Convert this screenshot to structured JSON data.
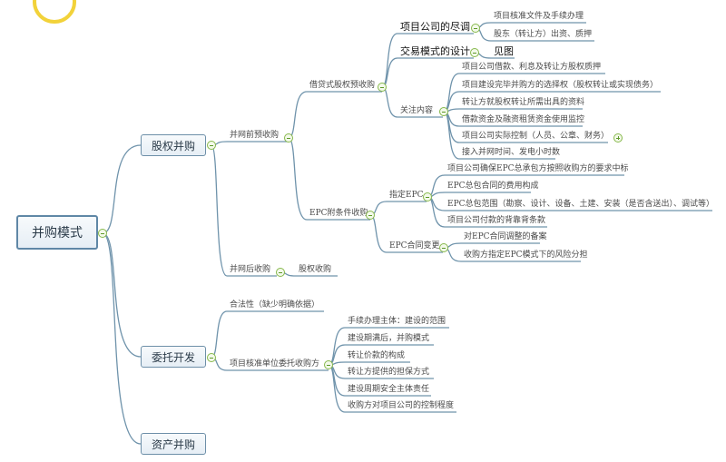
{
  "root": "并购模式",
  "branches": {
    "equity": {
      "label": "股权并购",
      "pre_grid": {
        "label": "并网前预收购",
        "loan": {
          "label": "借贷式股权预收购",
          "due_diligence": {
            "label": "项目公司的尽调",
            "items": [
              "项目核准文件及手续办理",
              "股东（转让方）出资、质押"
            ]
          },
          "deal_design": {
            "label": "交易模式的设计",
            "items": [
              "见图"
            ]
          },
          "focus": {
            "label": "关注内容",
            "items": [
              "项目公司借款、利息及转让方股权质押",
              "项目建设完毕并购方的选择权（股权转让或实现债务）",
              "转让方就股权转让所需出具的资料",
              "借款资金及融资租赁资金使用监控",
              "项目公司实际控制（人员、公章、财务）",
              "接入并网时间、发电小时数"
            ]
          }
        },
        "epc": {
          "label": "EPC附条件收购",
          "designate": {
            "label": "指定EPC",
            "items": [
              "项目公司确保EPC总承包方按照收购方的要求中标",
              "EPC总包合同的费用构成",
              "EPC总包范围（勘察、设计、设备、土建、安装（是否含送出）、调试等）",
              "项目公司付款的背靠背条款"
            ]
          },
          "change": {
            "label": "EPC合同变更",
            "items": [
              "对EPC合同调整的备案",
              "收购方指定EPC模式下的风险分担"
            ]
          }
        }
      },
      "post_grid": {
        "label": "并网后收购",
        "items": [
          "股权收购"
        ]
      }
    },
    "entrusted": {
      "label": "委托开发",
      "legality": "合法性（缺少明确依据）",
      "approval": {
        "label": "项目核准单位委托收购方",
        "items": [
          "手续办理主体：建设的范围",
          "建设期满后，并购模式",
          "转让价款的构成",
          "转让方提供的担保方式",
          "建设周期安全主体责任",
          "收购方对项目公司的控制程度"
        ]
      }
    },
    "asset": {
      "label": "资产并购"
    }
  },
  "colors": {
    "line": "#6f93ab",
    "toggle": "#86b84a",
    "box_border": "#6d8fa8"
  }
}
